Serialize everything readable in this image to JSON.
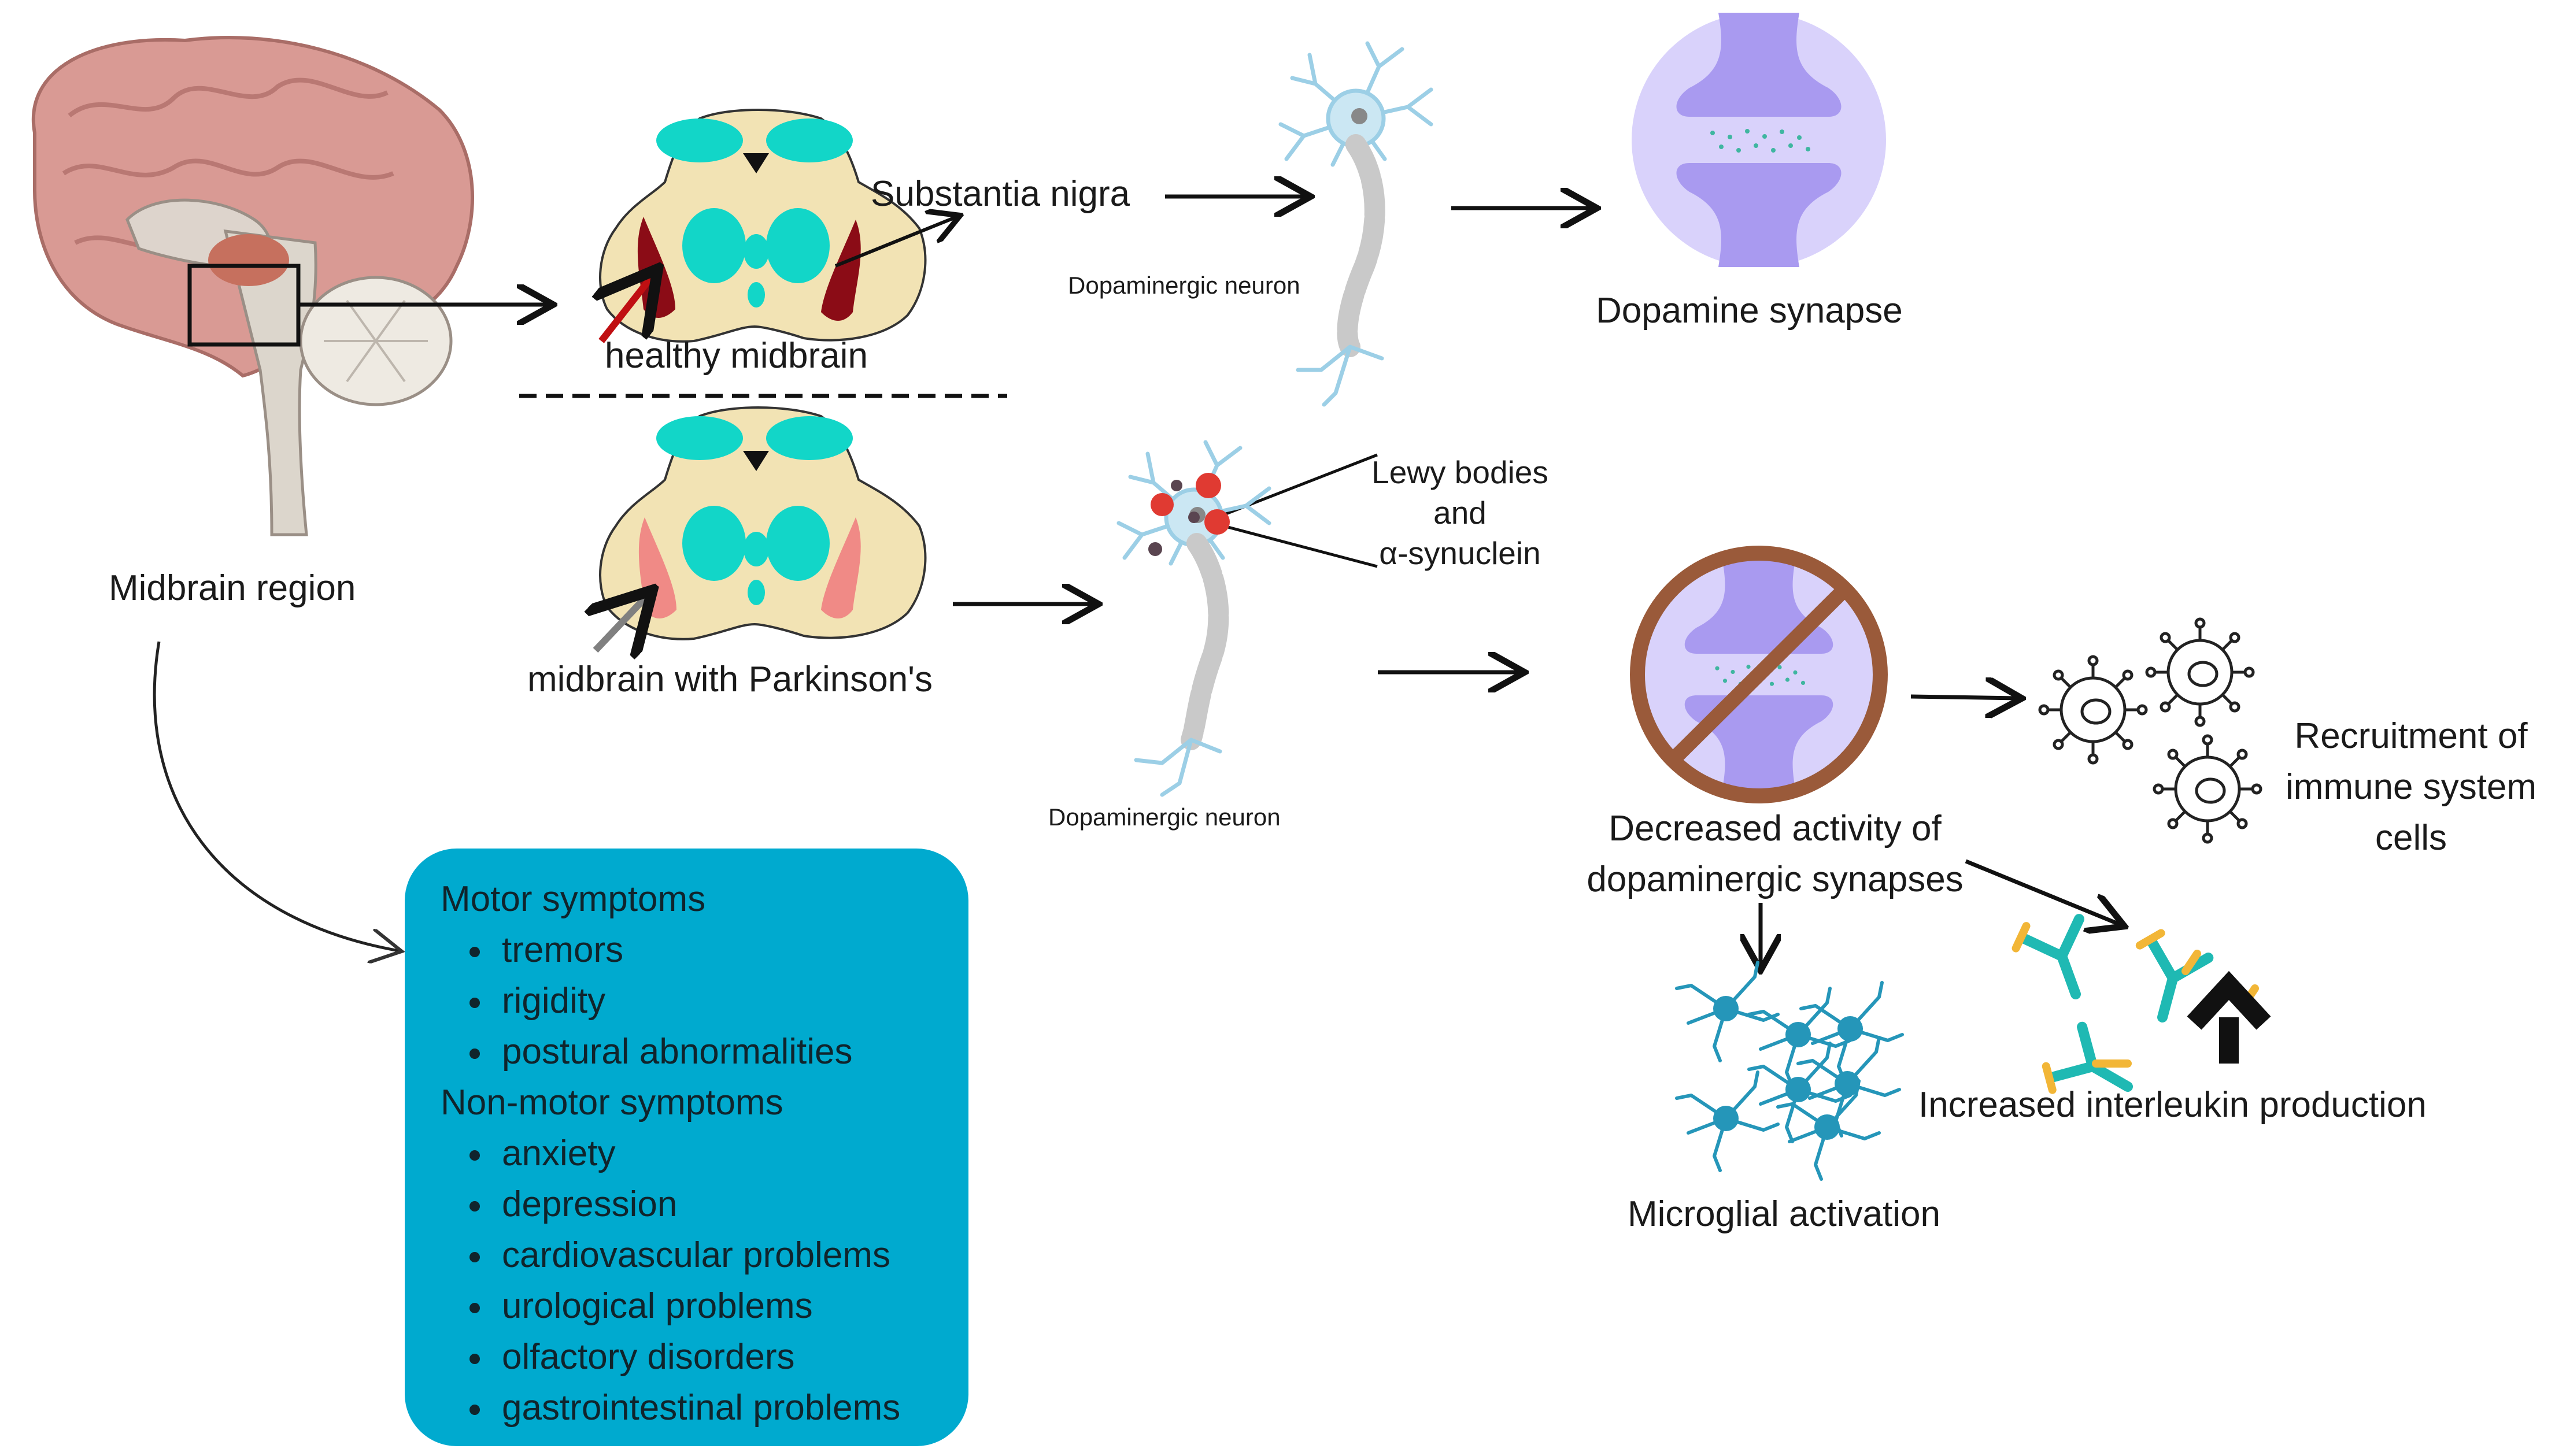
{
  "labels": {
    "midbrain_region": "Midbrain region",
    "substantia_nigra": "Substantia nigra",
    "healthy_midbrain": "healthy midbrain",
    "parkinsons_midbrain": "midbrain with Parkinson's",
    "dopaminergic_neuron_top": "Dopaminergic neuron",
    "dopaminergic_neuron_bottom": "Dopaminergic neuron",
    "dopamine_synapse": "Dopamine synapse",
    "lewy_line1": "Lewy bodies",
    "lewy_line2": "and",
    "lewy_line3": "α-synuclein",
    "decreased_line1": "Decreased activity of",
    "decreased_line2": "dopaminergic synapses",
    "recruitment_line1": "Recruitment of",
    "recruitment_line2": "immune system",
    "recruitment_line3": "cells",
    "microglial": "Microglial activation",
    "interleukin": "Increased interleukin production"
  },
  "symptoms": {
    "motor_heading": "Motor symptoms",
    "motor": [
      "tremors",
      "rigidity",
      "postural abnormalities"
    ],
    "nonmotor_heading": "Non-motor symptoms",
    "nonmotor": [
      "anxiety",
      "depression",
      "cardiovascular problems",
      "urological problems",
      "olfactory disorders",
      "gastrointestinal problems"
    ]
  },
  "colors": {
    "symptoms_box": "#00aacf",
    "midbrain_fill": "#f2e3b4",
    "teal": "#12d6c8",
    "nigra_healthy": "#8b0c16",
    "nigra_parkinson": "#f08a86",
    "synapse_purple": "#a99af0",
    "synapse_bg": "#d9d2fb",
    "prohibit_ring": "#9a5a3a",
    "neuron_blue": "#9ccfe6",
    "microglia": "#2596b9",
    "antibody_teal": "#1fb9b3",
    "antibody_yellow": "#f2b637"
  }
}
